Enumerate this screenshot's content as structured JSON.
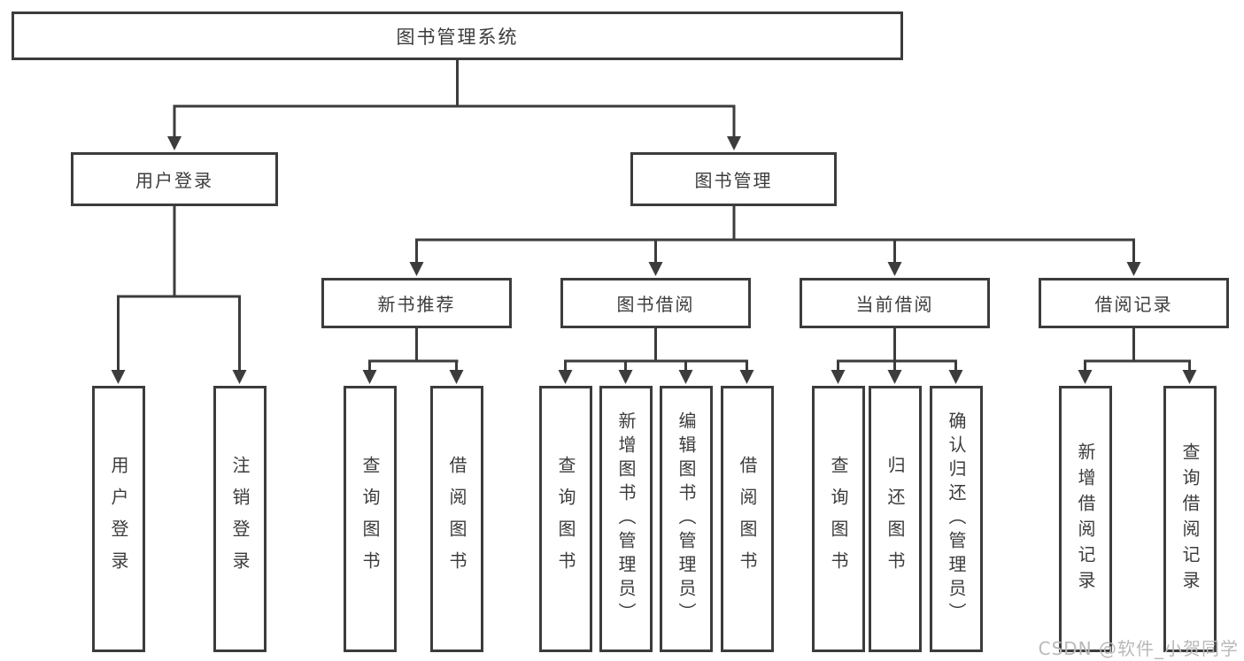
{
  "diagram": {
    "title": "图书管理系统",
    "branches": [
      {
        "label": "用户登录",
        "leaves": [
          "用户登录",
          "注销登录"
        ]
      },
      {
        "label": "图书管理",
        "sections": [
          {
            "label": "新书推荐",
            "leaves": [
              "查询图书",
              "借阅图书"
            ]
          },
          {
            "label": "图书借阅",
            "leaves": [
              "查询图书",
              "新增图书（管理员）",
              "编辑图书（管理员）",
              "借阅图书"
            ]
          },
          {
            "label": "当前借阅",
            "leaves": [
              "查询图书",
              "归还图书",
              "确认归还（管理员）"
            ]
          },
          {
            "label": "借阅记录",
            "leaves": [
              "新增借阅记录",
              "查询借阅记录"
            ]
          }
        ]
      }
    ]
  },
  "watermark": {
    "text": "CSDN @软件_小贺同学"
  },
  "colors": {
    "line": "#3c3c3c",
    "text": "#3c3c3c",
    "background": "#ffffff",
    "watermark": "#b9b9b9"
  }
}
